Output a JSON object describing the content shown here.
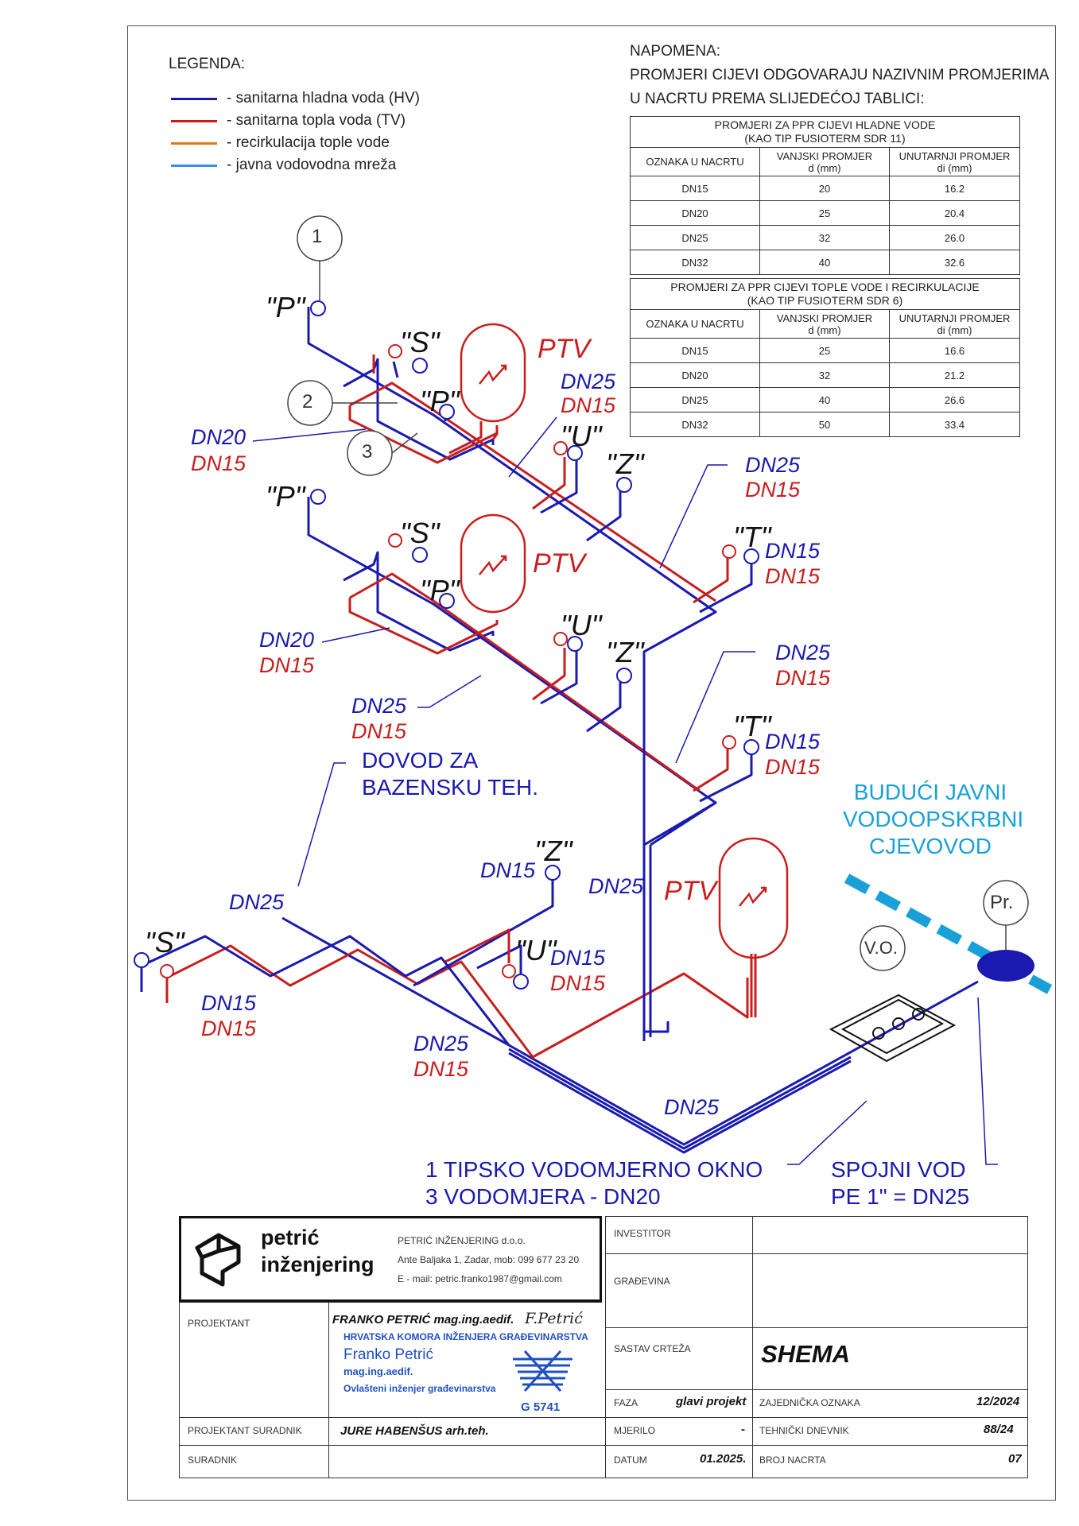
{
  "legend": {
    "title": "LEGENDA:",
    "items": [
      {
        "label": "- sanitarna hladna voda (HV)",
        "color": "#1a1ab0"
      },
      {
        "label": "- sanitarna topla voda (TV)",
        "color": "#c81e1e"
      },
      {
        "label": "- recirkulacija tople vode",
        "color": "#e07b1a"
      },
      {
        "label": "- javna vodovodna mreža",
        "color": "#3a8fe0"
      }
    ]
  },
  "note": {
    "line1": "NAPOMENA:",
    "line2": "PROMJERI CIJEVI ODGOVARAJU NAZIVNIM PROMJERIMA",
    "line3": "U  NACRTU PREMA SLIJEDEĆOJ TABLICI:"
  },
  "table_cold": {
    "title1": "PROMJERI ZA PPR CIJEVI HLADNE VODE",
    "title2": "(KAO TIP FUSIOTERM SDR 11)",
    "col1": "OZNAKA U NACRTU",
    "col2a": "VANJSKI PROMJER",
    "col2b": "d (mm)",
    "col3a": "UNUTARNJI PROMJER",
    "col3b": "di  (mm)",
    "rows": [
      {
        "dn": "DN15",
        "d": "20",
        "di": "16.2"
      },
      {
        "dn": "DN20",
        "d": "25",
        "di": "20.4"
      },
      {
        "dn": "DN25",
        "d": "32",
        "di": "26.0"
      },
      {
        "dn": "DN32",
        "d": "40",
        "di": "32.6"
      }
    ]
  },
  "table_hot": {
    "title1": "PROMJERI ZA PPR CIJEVI TOPLE VODE I RECIRKULACIJE",
    "title2": "(KAO TIP FUSIOTERM SDR 6)",
    "col1": "OZNAKA U NACRTU",
    "col2a": "VANJSKI PROMJER",
    "col2b": "d (mm)",
    "col3a": "UNUTARNJI PROMJER",
    "col3b": "di  (mm)",
    "rows": [
      {
        "dn": "DN15",
        "d": "25",
        "di": "16.6"
      },
      {
        "dn": "DN20",
        "d": "32",
        "di": "21.2"
      },
      {
        "dn": "DN25",
        "d": "40",
        "di": "26.6"
      },
      {
        "dn": "DN32",
        "d": "50",
        "di": "33.4"
      }
    ]
  },
  "labels": {
    "dn15": "DN15",
    "dn20": "DN20",
    "dn25": "DN25",
    "ptv": "PTV",
    "tap_p": "\"P\"",
    "tap_s": "\"S\"",
    "tap_u": "\"U\"",
    "tap_z": "\"Z\"",
    "tap_t": "\"T\"",
    "circle1": "1",
    "circle2": "2",
    "circle3": "3",
    "vo": "V.O.",
    "pr": "Pr.",
    "dovod1": "DOVOD ZA",
    "dovod2": "BAZENSKU TEH.",
    "budjavni1": "BUDUĆI JAVNI",
    "budjavni2": "VODOOPSKRBNI",
    "budjavni3": "CJEVOVOD",
    "okno1": "1 TIPSKO VODOMJERNO OKNO",
    "okno2": "3 VODOMJERA - DN20",
    "spojni1": "SPOJNI VOD",
    "spojni2": "PE 1\" = DN25"
  },
  "title_block": {
    "company_name1": "petrić",
    "company_name2": "inženjering",
    "company_line1": "PETRIĆ INŽENJERING d.o.o.",
    "company_line2": "Ante Baljaka 1, Zadar, mob: 099 677 23 20",
    "company_line3": "E - mail: petric.franko1987@gmail.com",
    "investitor_label": "INVESTITOR",
    "gradjevina_label": "GRAĐEVINA",
    "projektant_label": "PROJEKTANT",
    "projektant_value": "FRANKO PETRIĆ mag.ing.aedif.",
    "signature": "F.Petrić",
    "stamp_line1": "HRVATSKA KOMORA INŽENJERA GRAĐEVINARSTVA",
    "stamp_line2": "Franko Petrić",
    "stamp_line3": "mag.ing.aedif.",
    "stamp_line4": "Ovlašteni inženjer građevinarstva",
    "stamp_number": "G 5741",
    "sastav_label": "SASTAV CRTEŽA",
    "sastav_value": "SHEMA",
    "faza_label": "FAZA",
    "faza_value": "glavi projekt",
    "zajednicka_label": "ZAJEDNIČKA OZNAKA",
    "zajednicka_value": "12/2024",
    "suradnik_proj_label": "PROJEKTANT SURADNIK",
    "suradnik_proj_value": "JURE HABENŠUS arh.teh.",
    "mjerilo_label": "MJERILO",
    "mjerilo_value": "-",
    "dnevnik_label": "TEHNIČKI DNEVNIK",
    "dnevnik_value": "88/24",
    "suradnik_label": "SURADNIK",
    "datum_label": "DATUM",
    "datum_value": "01.2025.",
    "broj_label": "BROJ NACRTA",
    "broj_value": "07"
  },
  "colors": {
    "cold": "#1a1ab0",
    "hot": "#c81e1e",
    "recirc": "#e07b1a",
    "public": "#3a8fe0",
    "future": "#1aa0d8"
  }
}
